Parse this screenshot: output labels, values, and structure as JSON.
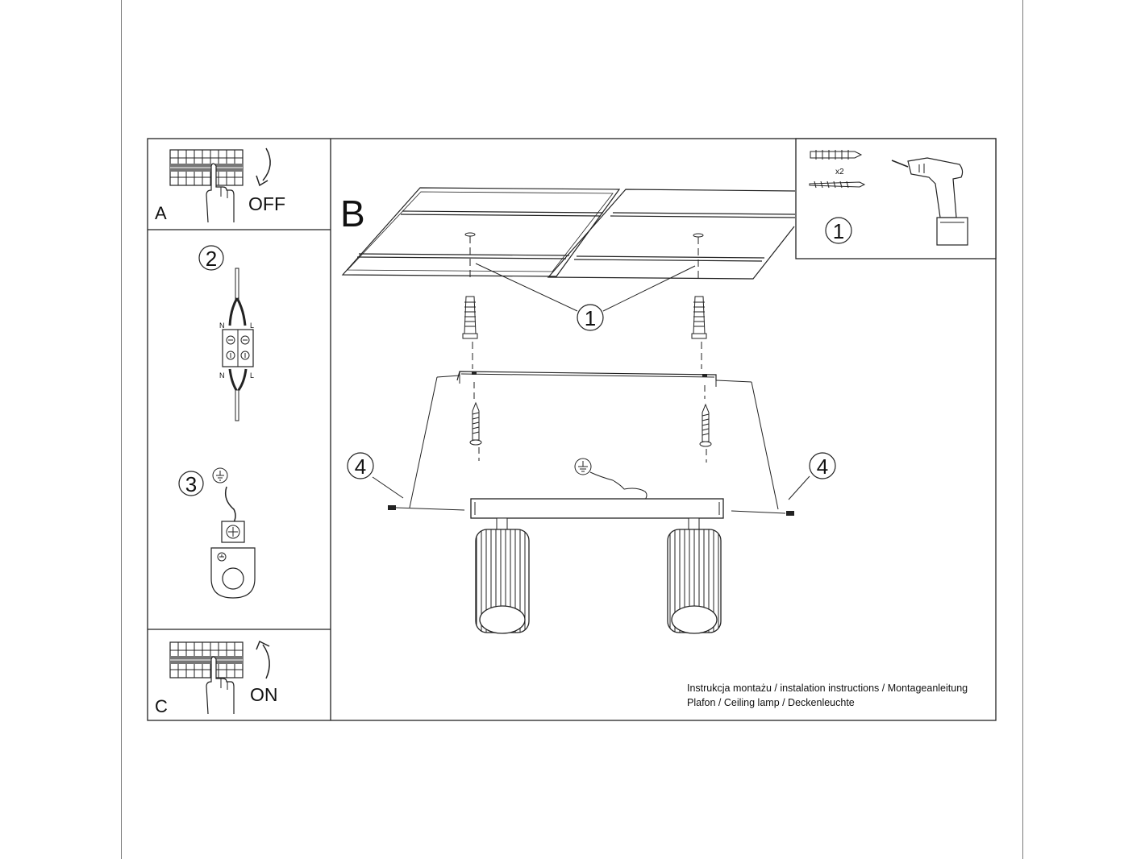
{
  "panels": {
    "a": {
      "letter": "A",
      "action": "OFF"
    },
    "b": {
      "letter": "B"
    },
    "c": {
      "letter": "C",
      "action": "ON"
    }
  },
  "steps": {
    "one": "1",
    "two": "2",
    "three": "3",
    "four": "4"
  },
  "connector": {
    "n_top": "N",
    "l_top": "L",
    "n_bottom": "N",
    "l_bottom": "L"
  },
  "tools": {
    "quantity": "x2"
  },
  "footer": {
    "line1": "Instrukcja montażu / instalation instructions / Montageanleitung",
    "line2": "Plafon / Ceiling lamp / Deckenleuchte"
  },
  "icons": [
    "breaker-panel-icon",
    "hand-icon",
    "curved-arrow-icon",
    "ground-icon",
    "wall-plug-icon",
    "screw-icon",
    "drill-icon",
    "terminal-block-icon",
    "ceiling-lamp-icon"
  ]
}
